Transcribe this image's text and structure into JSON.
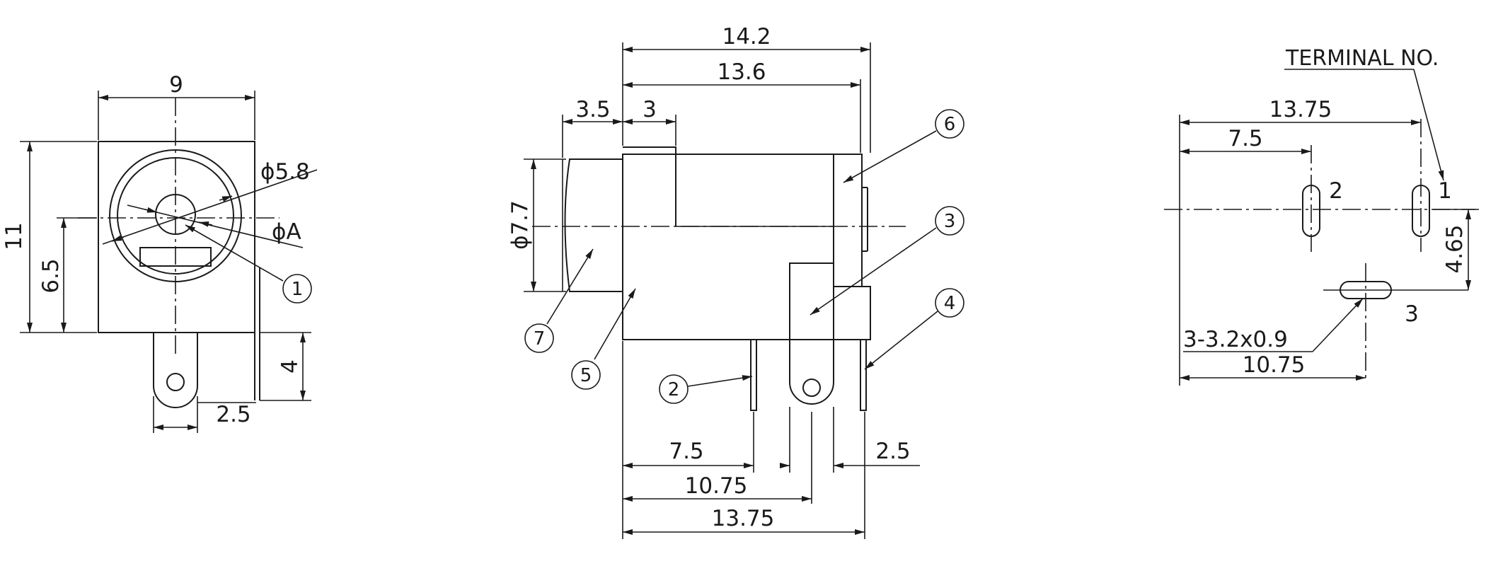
{
  "front_view": {
    "dims": {
      "width": "9",
      "height": "11",
      "center_height": "6.5",
      "pin_length": "4",
      "pin_offset": "2.5",
      "outer_diameter": "ϕ5.8",
      "inner_diameter": "ϕA"
    },
    "callouts": [
      "1"
    ]
  },
  "side_view": {
    "dims": {
      "overall_length": "14.2",
      "body_length": "13.6",
      "nose_length": "3.5",
      "collar_length": "3",
      "nose_diameter": "ϕ7.7",
      "pin2_pos": "7.5",
      "pin3_pos": "10.75",
      "pin4_pos": "13.75",
      "pin_spacing": "2.5"
    },
    "callouts": [
      "6",
      "3",
      "4",
      "7",
      "5",
      "2"
    ]
  },
  "footprint_view": {
    "title": "TERMINAL NO.",
    "dims": {
      "span_1": "13.75",
      "span_2": "7.5",
      "span_3": "10.75",
      "offset_3": "4.65",
      "slot_spec": "3-3.2x0.9"
    },
    "terminals": [
      "1",
      "2",
      "3"
    ]
  }
}
